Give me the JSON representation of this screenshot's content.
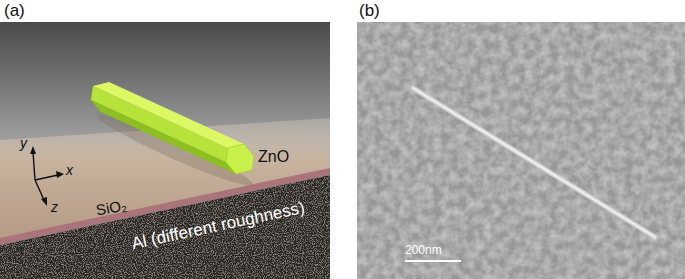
{
  "diagram": {
    "labels": [
      "(a)",
      "ZnO",
      "y",
      "x",
      "z",
      "SiO₂",
      "Al (different roughness)",
      "(b)",
      "200nm"
    ]
  }
}
